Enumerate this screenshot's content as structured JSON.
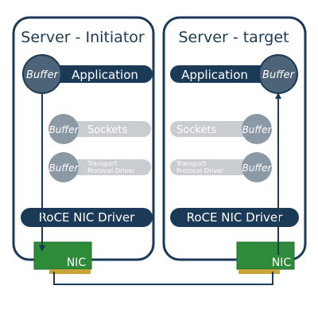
{
  "left_server": {
    "title": "Server - Initiator",
    "application": "Application",
    "buffer_main": "Buffer",
    "sockets": "Sockets",
    "buffer_sockets": "Buffer",
    "transport_line1": "Transport",
    "transport_line2": "Protocol Driver",
    "buffer_transport": "Buffer",
    "driver": "RoCE NIC Driver",
    "nic": "NIC"
  },
  "right_server": {
    "title": "Server - target",
    "application": "Application",
    "buffer_main": "Buffer",
    "sockets": "Sockets",
    "buffer_sockets": "Buffer",
    "transport_line1": "Transport",
    "transport_line2": "Protocol Driver",
    "buffer_transport": "Buffer",
    "driver": "RoCE NIC Driver",
    "nic": "NIC"
  },
  "colors": {
    "frame": "#1b3a57",
    "dark_bar": "#1b3a57",
    "light_bar": "#c9cdd2",
    "buffer_dark": "#4d6478",
    "buffer_light": "#8b98a6",
    "nic_green": "#2e8b3a",
    "arrow": "#1b3a57"
  }
}
